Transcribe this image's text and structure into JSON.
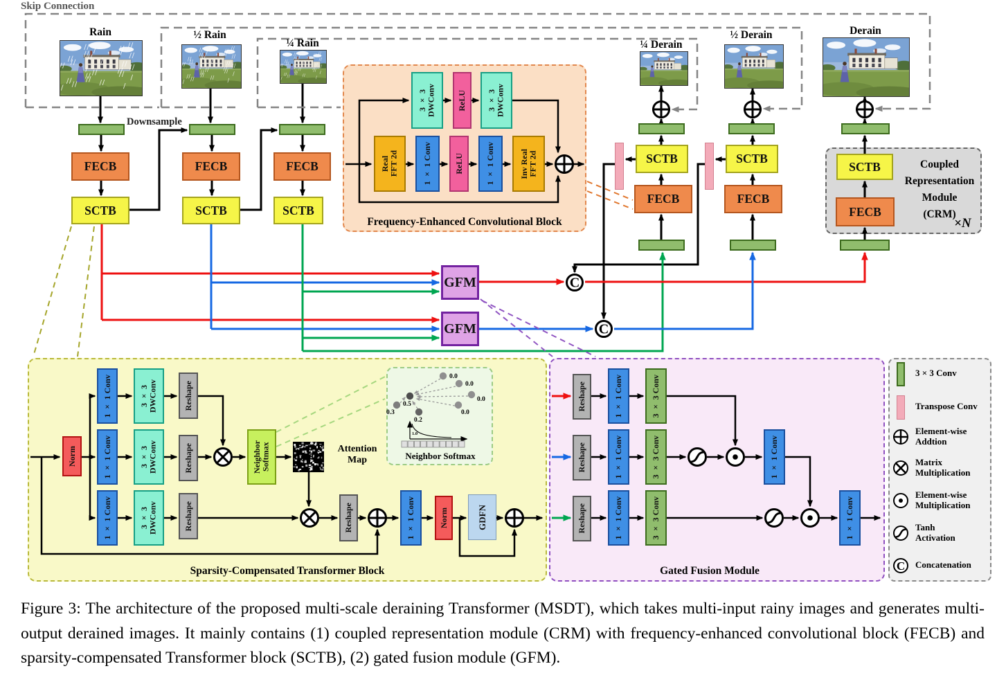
{
  "title_labels": {
    "skip_connection": "Skip Connection",
    "downsample": "Downsample"
  },
  "images": [
    {
      "key": "rain",
      "label": "Rain",
      "rain": true
    },
    {
      "key": "half_rain",
      "label": "½ Rain",
      "rain": true
    },
    {
      "key": "quarter_rain",
      "label": "¼ Rain",
      "rain": true
    },
    {
      "key": "quarter_derain",
      "label": "¼ Derain",
      "rain": false
    },
    {
      "key": "half_derain",
      "label": "½ Derain",
      "rain": false
    },
    {
      "key": "derain",
      "label": "Derain",
      "rain": false
    }
  ],
  "block_labels": {
    "fecb": "FECB",
    "sctb": "SCTB",
    "gfm": "GFM",
    "norm": "Norm",
    "gdfn": "GDFN",
    "reshape": "Reshape",
    "conv1x1": "1 × 1 Conv",
    "conv3x3": "3 × 3 Conv",
    "dwconv3x3": "3 × 3\nDWConv",
    "relu": "ReLU",
    "real_fft": "Real\nFFT 2d",
    "inv_real_fft": "Inv Real\nFFT 2d",
    "neighbor_softmax": "Neighbor\nSoftmax"
  },
  "module_titles": {
    "fecb_detail": "Frequency-Enhanced Convolutional Block",
    "sctb_detail": "Sparsity-Compensated Transformer Block",
    "gfm_detail": "Gated  Fusion Module",
    "attention_map": "Attention\nMap"
  },
  "crm": {
    "lines": "Coupled\nRepresentation\nModule\n(CRM)",
    "repeat": "×N"
  },
  "inset": {
    "title": "Neighbor Softmax",
    "dot_values": [
      "0.0",
      "0.0",
      "0.0",
      "0.0",
      "0.3",
      "0.5",
      "0.2"
    ],
    "axis_value": "1.0"
  },
  "legend": {
    "items": [
      {
        "icon": "conv3x3-bar",
        "label": "3 × 3 Conv"
      },
      {
        "icon": "transpose-conv-bar",
        "label": "Transpose Conv"
      },
      {
        "icon": "element-wise-addition-icon",
        "label": "Element-wise\nAddtion"
      },
      {
        "icon": "matrix-multiplication-icon",
        "label": "Matrix\nMultiplication"
      },
      {
        "icon": "element-wise-multiplication-icon",
        "label": "Element-wise\nMultiplication"
      },
      {
        "icon": "tanh-activation-icon",
        "label": "Tanh\nActivation"
      },
      {
        "icon": "concatenation-icon",
        "label": "Concatenation"
      }
    ]
  },
  "caption": "Figure 3: The architecture of the proposed multi-scale deraining Transformer (MSDT), which takes multi-input rainy images and generates multi-output derained images. It mainly contains (1) coupled representation module (CRM) with frequency-enhanced convolutional block (FECB) and sparsity-compensated Transformer block (SCTB), (2) gated fusion module (GFM).",
  "colors": {
    "line_red": "#ee1111",
    "line_blue": "#1668e3",
    "line_green": "#00a651",
    "wire_black": "#000000",
    "skip_gray": "#848484",
    "fecb_fill": "#ef8a4c",
    "sctb_fill": "#f6f548",
    "gfm_fill": "#dfa3e6",
    "bar_green_fill": "#90bd6d",
    "transpose_pink_fill": "#f3abb9",
    "conv_blue_fill": "#3f8fe5",
    "dwconv_teal_fill": "#8af0d2",
    "relu_pink_fill": "#f2609d",
    "fft_gold_fill": "#f4b41d",
    "reshape_gray_fill": "#b3b3b3",
    "norm_red_fill": "#f45b5b",
    "gdfn_fill": "#bcd7ef",
    "neighbor_softmax_fill": "#c7f05e",
    "fecb_detail_bg": "#fbdfc5",
    "sctb_detail_bg": "#f9f9c8",
    "gfm_detail_bg": "#f9e9f8",
    "legend_bg": "#f0f0f0",
    "crm_bg": "#d9d9d9",
    "inset_bg": "#eef8e6"
  }
}
